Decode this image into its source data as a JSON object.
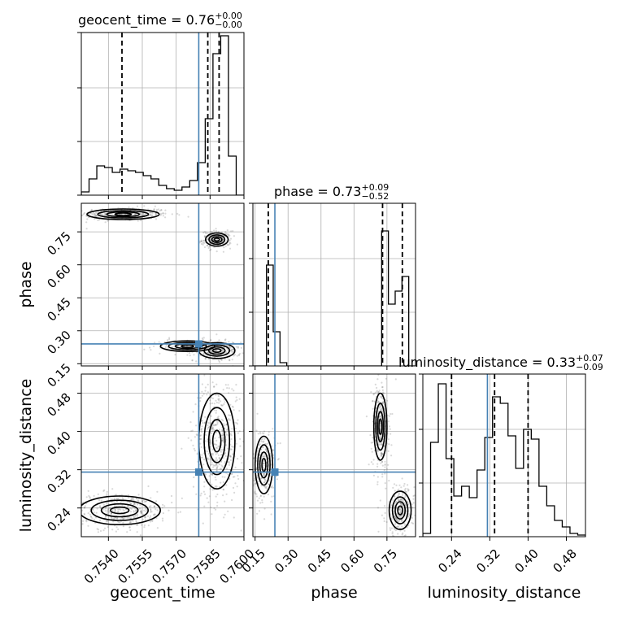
{
  "chart_data": {
    "type": "corner",
    "parameters": [
      {
        "name": "geocent_time",
        "label": "geocent_time",
        "range": [
          0.7528,
          0.76
        ],
        "ticks": [
          0.754,
          0.7555,
          0.757,
          0.7585,
          0.76
        ],
        "tick_labels": [
          "0.7540",
          "0.7555",
          "0.7570",
          "0.7585",
          "0.7600"
        ],
        "truth": 0.758,
        "quantiles": [
          0.7546,
          0.7584,
          0.7589
        ],
        "title_text": "geocent_time = 0.76",
        "title_up": "+0.00",
        "title_down": "−0.00",
        "hist_counts": [
          0.02,
          0.1,
          0.18,
          0.17,
          0.14,
          0.16,
          0.15,
          0.14,
          0.12,
          0.1,
          0.06,
          0.04,
          0.03,
          0.05,
          0.09,
          0.2,
          0.47,
          0.87,
          0.98,
          0.24,
          0.0
        ]
      },
      {
        "name": "phase",
        "label": "phase",
        "range": [
          0.14,
          0.88
        ],
        "ticks": [
          0.15,
          0.3,
          0.45,
          0.6,
          0.75
        ],
        "tick_labels": [
          "0.15",
          "0.30",
          "0.45",
          "0.60",
          "0.75"
        ],
        "truth": 0.24,
        "quantiles": [
          0.21,
          0.73,
          0.82
        ],
        "title_text": "phase = 0.73",
        "title_up": "+0.09",
        "title_down": "−0.52",
        "hist_counts": [
          0.0,
          0.0,
          0.62,
          0.21,
          0.02,
          0.0,
          0.0,
          0.0,
          0.0,
          0.0,
          0.0,
          0.0,
          0.0,
          0.0,
          0.0,
          0.0,
          0.0,
          0.0,
          0.0,
          0.83,
          0.38,
          0.46,
          0.55,
          0.0
        ]
      },
      {
        "name": "luminosity_distance",
        "label": "luminosity_distance",
        "range": [
          0.18,
          0.52
        ],
        "ticks": [
          0.24,
          0.32,
          0.4,
          0.48
        ],
        "tick_labels": [
          "0.24",
          "0.32",
          "0.40",
          "0.48"
        ],
        "truth": 0.315,
        "quantiles": [
          0.24,
          0.33,
          0.4
        ],
        "title_text": "luminosity_distance = 0.33",
        "title_up": "+0.07",
        "title_down": "−0.09",
        "hist_counts": [
          0.02,
          0.58,
          0.94,
          0.48,
          0.25,
          0.31,
          0.24,
          0.41,
          0.61,
          0.86,
          0.82,
          0.62,
          0.42,
          0.66,
          0.6,
          0.31,
          0.19,
          0.1,
          0.06,
          0.02,
          0.01
        ]
      }
    ],
    "pair_modes": {
      "geocent_time-phase": [
        {
          "x": 0.75465,
          "y": 0.83,
          "sx": 0.0008,
          "sy": 0.012,
          "w": 0.35
        },
        {
          "x": 0.7588,
          "y": 0.715,
          "sx": 0.00025,
          "sy": 0.015,
          "w": 0.25
        },
        {
          "x": 0.7588,
          "y": 0.21,
          "sx": 0.0004,
          "sy": 0.018,
          "w": 0.25
        },
        {
          "x": 0.7575,
          "y": 0.23,
          "sx": 0.0006,
          "sy": 0.012,
          "w": 0.15
        }
      ],
      "geocent_time-luminosity_distance": [
        {
          "x": 0.7545,
          "y": 0.235,
          "sx": 0.0009,
          "sy": 0.015,
          "w": 0.45
        },
        {
          "x": 0.7588,
          "y": 0.38,
          "sx": 0.0004,
          "sy": 0.05,
          "w": 0.55
        }
      ],
      "phase-luminosity_distance": [
        {
          "x": 0.19,
          "y": 0.33,
          "sx": 0.02,
          "sy": 0.03,
          "w": 0.3
        },
        {
          "x": 0.72,
          "y": 0.41,
          "sx": 0.015,
          "sy": 0.035,
          "w": 0.4
        },
        {
          "x": 0.81,
          "y": 0.235,
          "sx": 0.025,
          "sy": 0.02,
          "w": 0.3
        }
      ]
    },
    "colors": {
      "truth": "#4682b4",
      "hist": "#000000",
      "points": "#666666",
      "grid": "#b0b0b0"
    },
    "grid": true
  }
}
